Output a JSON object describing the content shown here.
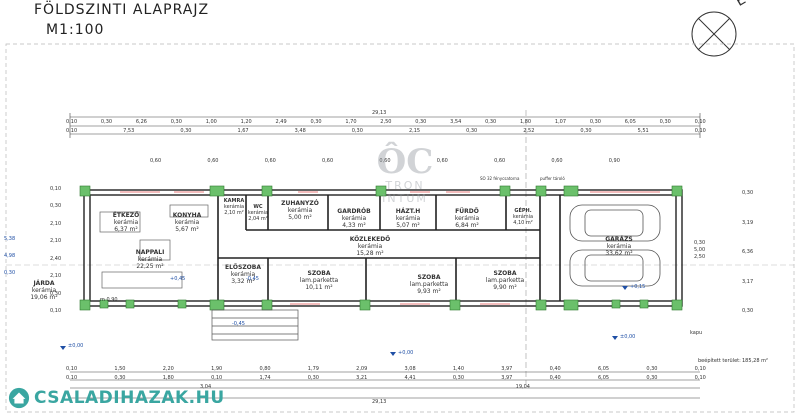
{
  "title": "FÖLDSZINTI ALAPRAJZ",
  "scale": "M1:100",
  "corner_text": "É",
  "watermark_center": {
    "monogram": "ÔC",
    "word1": "TRON",
    "word2": "INTUM"
  },
  "watermark_brand": "CSALADIHAZAK.HU",
  "rooms": [
    {
      "name": "ÉTKEZŐ",
      "floor": "kerámia",
      "area": "6,37 m²"
    },
    {
      "name": "KONYHA",
      "floor": "kerámia",
      "area": "5,67 m²"
    },
    {
      "name": "NAPPALI",
      "floor": "kerámia",
      "area": "22,25 m²"
    },
    {
      "name": "KAMRA",
      "floor": "kerámia",
      "area": "2,10 m²"
    },
    {
      "name": "WC",
      "floor": "kerámia",
      "area": "2,04 m²"
    },
    {
      "name": "ZUHANYZÓ",
      "floor": "kerámia",
      "area": "5,00 m²"
    },
    {
      "name": "GARDRÓB",
      "floor": "kerámia",
      "area": "4,33 m²"
    },
    {
      "name": "HÁZT.H",
      "floor": "kerámia",
      "area": "5,07 m²"
    },
    {
      "name": "FÜRDŐ",
      "floor": "kerámia",
      "area": "6,84 m²"
    },
    {
      "name": "GÉPH.",
      "floor": "kerámia",
      "area": "4,10 m²"
    },
    {
      "name": "KÖZLEKEDŐ",
      "floor": "kerámia",
      "area": "15,28 m²"
    },
    {
      "name": "ELŐSZOBA",
      "floor": "kerámia",
      "area": "3,32 m²"
    },
    {
      "name": "SZOBA",
      "floor": "lam.parketta",
      "area": "10,11 m²"
    },
    {
      "name": "SZOBA",
      "floor": "lam.parketta",
      "area": "9,93 m²"
    },
    {
      "name": "SZOBA",
      "floor": "lam.parketta",
      "area": "9,90 m²"
    },
    {
      "name": "GARÁZS",
      "floor": "kerámia",
      "area": "33,62 m²"
    },
    {
      "name": "JÁRDA",
      "floor": "kerámia",
      "area": "19,06 m²"
    }
  ],
  "dim_top": {
    "total": "29,13",
    "row1": [
      "0,10",
      "0,30",
      "6,26",
      "0,30",
      "1,00",
      "1,20",
      "2,49",
      "0,30",
      "1,70",
      "2,50",
      "0,30",
      "3,54",
      "0,30",
      "1,80",
      "1,07",
      "0,30",
      "6,05",
      "0,30",
      "0,10"
    ],
    "row2": [
      "0,10",
      "7,53",
      "0,30",
      "1,67",
      "3,48",
      "0,30",
      "2,15",
      "0,30",
      "2,52",
      "0,30",
      "5,51",
      "0,10"
    ],
    "openings": [
      "0,60",
      "0,60",
      "0,60",
      "0,60",
      "0,60",
      "0,60",
      "0,60",
      "0,60",
      "0,90"
    ]
  },
  "dim_bottom": {
    "total": "29,13",
    "row1": [
      "0,10",
      "1,50",
      "2,20",
      "1,90",
      "0,80",
      "1,79",
      "2,09",
      "3,08",
      "1,40",
      "3,97",
      "0,40",
      "6,05",
      "0,30",
      "0,10"
    ],
    "row2": [
      "0,10",
      "0,30",
      "1,80",
      "0,10",
      "1,74",
      "0,30",
      "3,21",
      "4,41",
      "0,30",
      "3,97",
      "0,40",
      "6,05",
      "0,30",
      "0,10"
    ],
    "row3": [
      "3,04",
      "19,04"
    ],
    "built_area_label": "beépített terület:",
    "built_area_value": "185,28 m²"
  },
  "dim_left": [
    "0,10",
    "0,30",
    "2,10",
    "2,10",
    "2,40",
    "2,10",
    "0,30",
    "0,10",
    "5,38",
    "4,98",
    "0,30"
  ],
  "dim_right": [
    "0,30",
    "3,19",
    "6,36",
    "3,17",
    "0,30",
    "0,30",
    "5,00",
    "2,50"
  ],
  "heights": [
    "±0,00",
    "+0,00",
    "-0,45",
    "+0,45",
    "+0,15",
    "-0,45",
    "±0,00"
  ],
  "misc_labels": {
    "door_label": "m 0,90",
    "kapu_label": "kapu",
    "puffer_label": "puffer tároló",
    "fenyszabalyzo": "SO 32 fénycsatorna"
  }
}
